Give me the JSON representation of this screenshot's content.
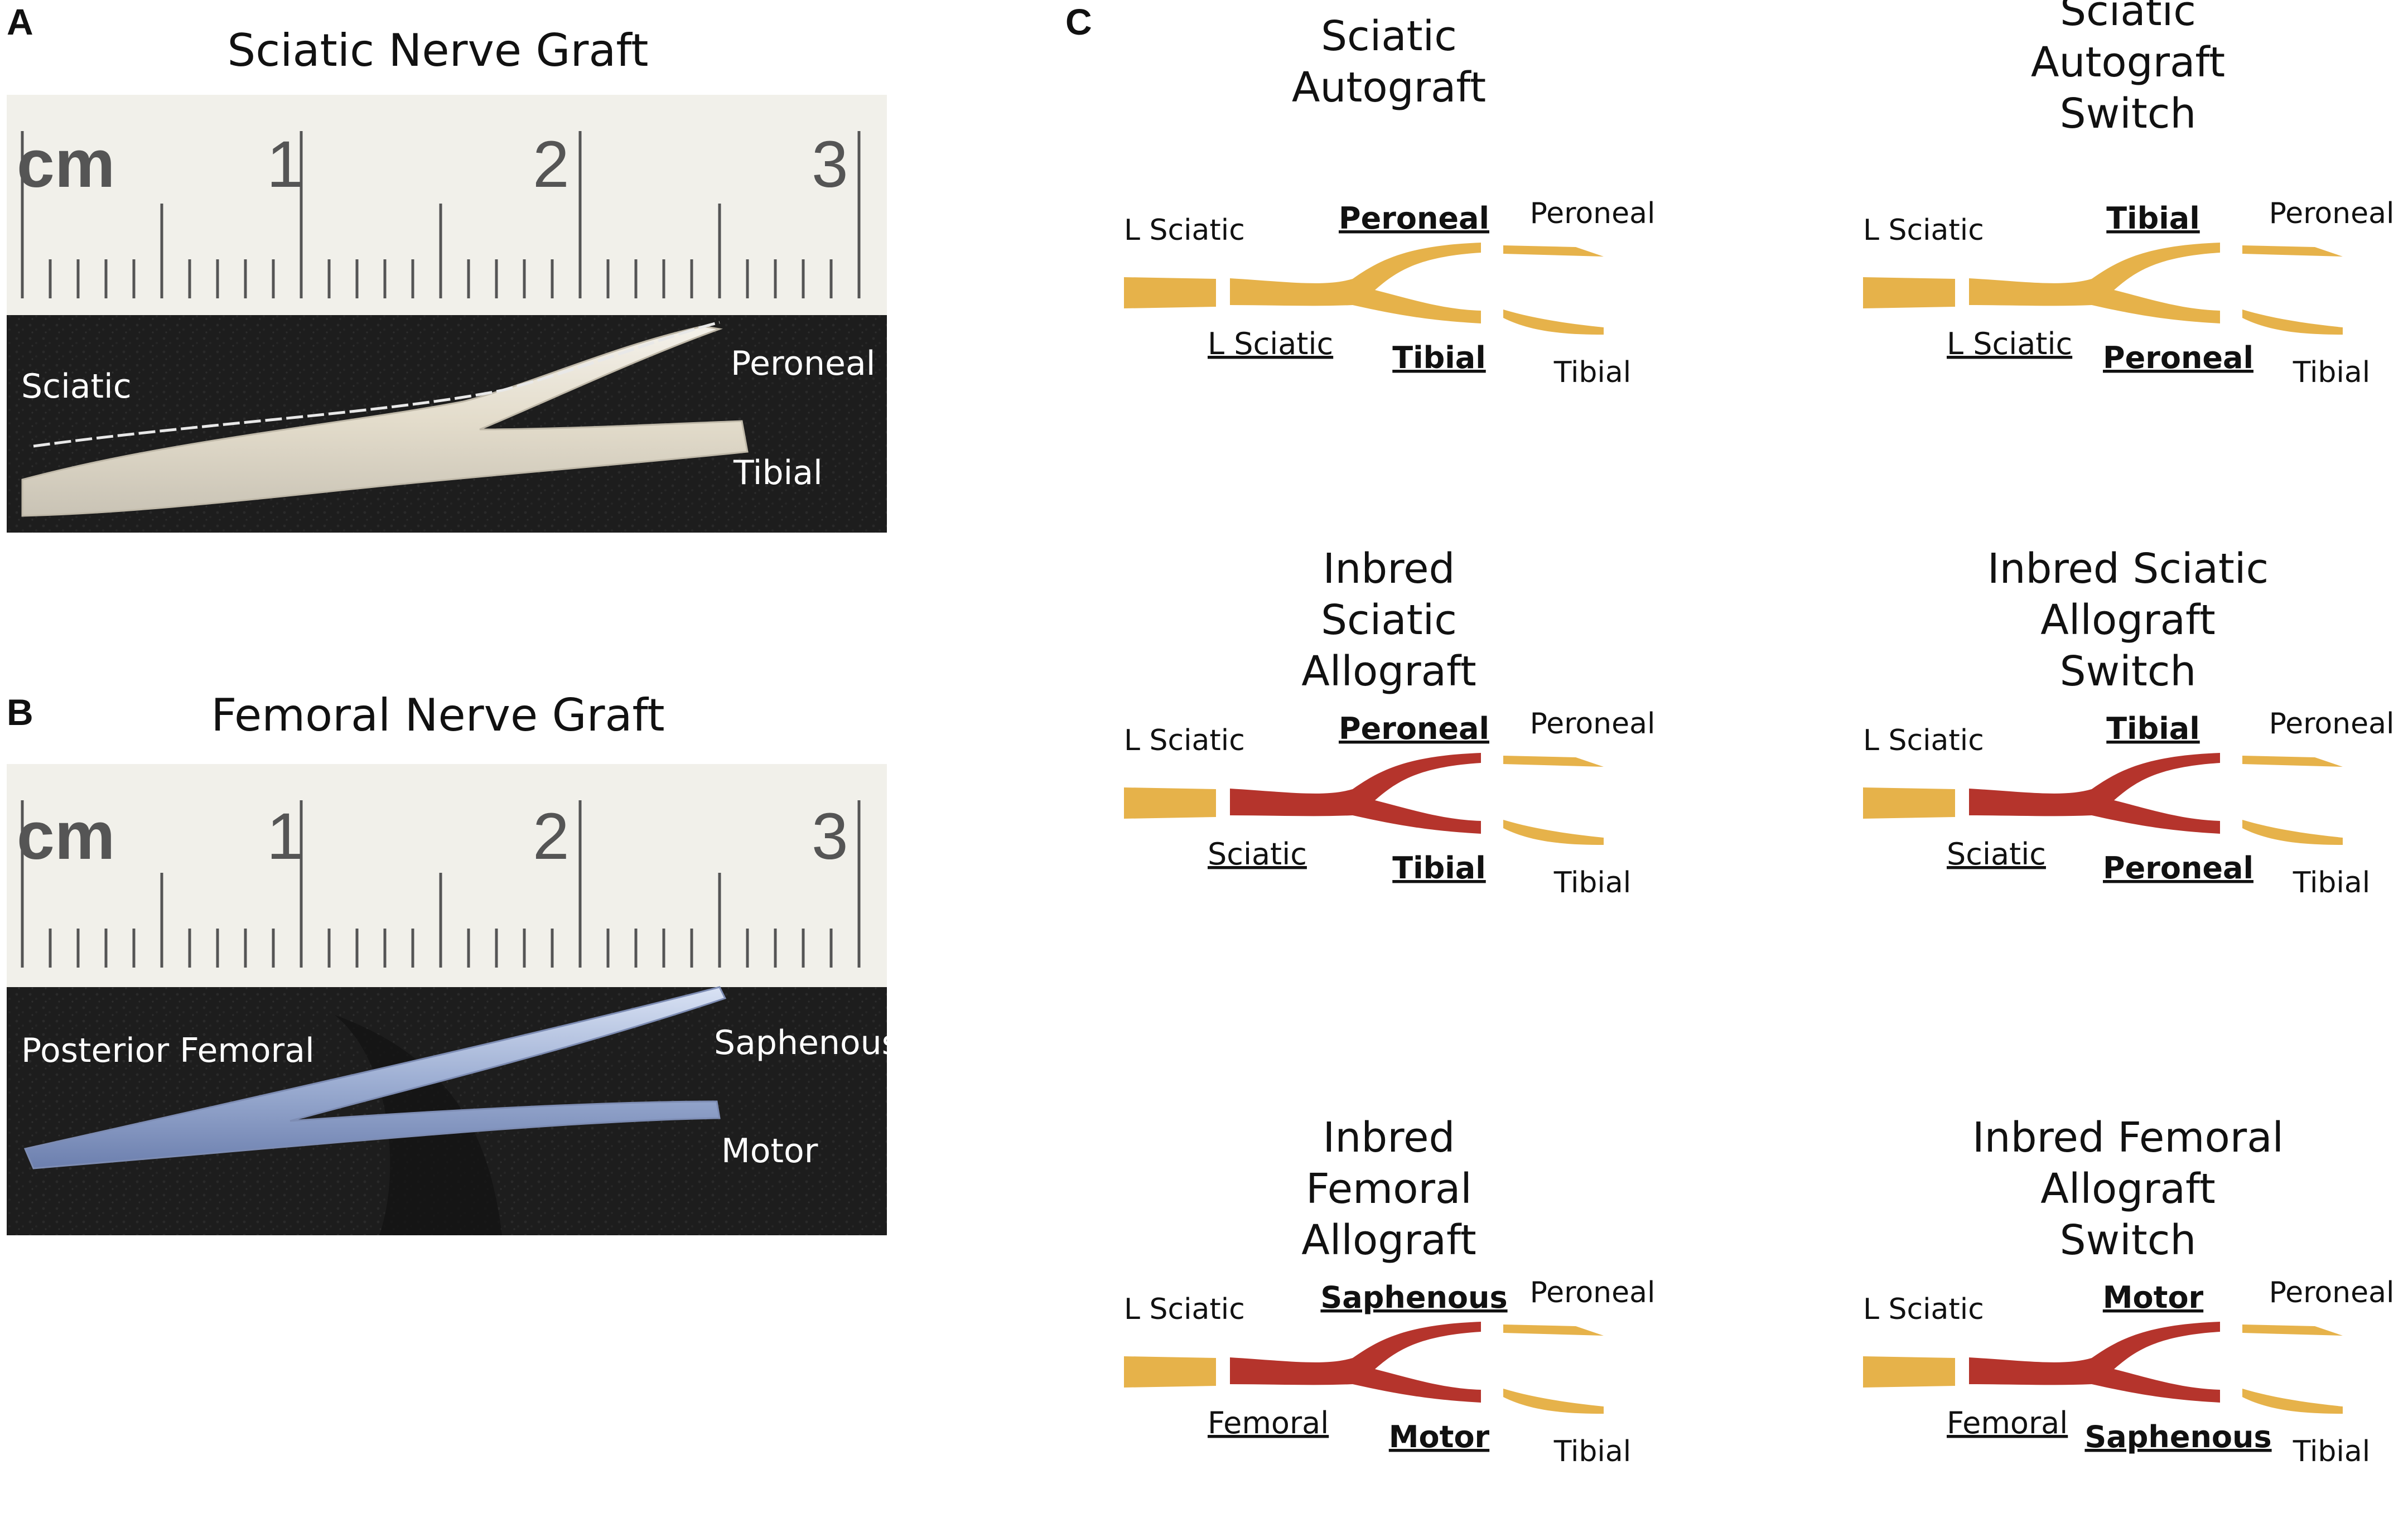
{
  "panels": {
    "a": {
      "letter": "A",
      "title": "Sciatic Nerve Graft",
      "ruler": {
        "unit": "cm",
        "numbers": [
          "1",
          "2",
          "3"
        ]
      },
      "labels": {
        "sciatic": "Sciatic",
        "peroneal": "Peroneal",
        "tibial": "Tibial"
      }
    },
    "b": {
      "letter": "B",
      "title": "Femoral Nerve Graft",
      "ruler": {
        "unit": "cm",
        "numbers": [
          "1",
          "2",
          "3"
        ]
      },
      "labels": {
        "posterior_femoral": "Posterior Femoral",
        "saphenous": "Saphenous",
        "motor": "Motor"
      }
    },
    "c": {
      "letter": "C",
      "diagrams": [
        {
          "title_lines": [
            "Sciatic",
            "Autograft"
          ],
          "host_label": "L Sciatic",
          "graft_label": "L Sciatic",
          "upper_branch_label": "Peroneal",
          "lower_branch_label": "Tibial",
          "distal_upper_label": "Peroneal",
          "distal_lower_label": "Tibial",
          "graft_color": "#e6b24a"
        },
        {
          "title_lines": [
            "Sciatic",
            "Autograft",
            "Switch"
          ],
          "host_label": "L Sciatic",
          "graft_label": "L Sciatic",
          "upper_branch_label": "Tibial",
          "lower_branch_label": "Peroneal",
          "distal_upper_label": "Peroneal",
          "distal_lower_label": "Tibial",
          "graft_color": "#e6b24a"
        },
        {
          "title_lines": [
            "Inbred",
            "Sciatic",
            "Allograft"
          ],
          "host_label": "L Sciatic",
          "graft_label": "Sciatic",
          "upper_branch_label": "Peroneal",
          "lower_branch_label": "Tibial",
          "distal_upper_label": "Peroneal",
          "distal_lower_label": "Tibial",
          "graft_color": "#b5342c"
        },
        {
          "title_lines": [
            "Inbred Sciatic",
            "Allograft",
            "Switch"
          ],
          "host_label": "L Sciatic",
          "graft_label": "Sciatic",
          "upper_branch_label": "Tibial",
          "lower_branch_label": "Peroneal",
          "distal_upper_label": "Peroneal",
          "distal_lower_label": "Tibial",
          "graft_color": "#b5342c"
        },
        {
          "title_lines": [
            "Inbred",
            "Femoral",
            "Allograft"
          ],
          "host_label": "L Sciatic",
          "graft_label": "Femoral",
          "upper_branch_label": "Saphenous",
          "lower_branch_label": "Motor",
          "distal_upper_label": "Peroneal",
          "distal_lower_label": "Tibial",
          "graft_color": "#b5342c"
        },
        {
          "title_lines": [
            "Inbred Femoral",
            "Allograft",
            "Switch"
          ],
          "host_label": "L Sciatic",
          "graft_label": "Femoral",
          "upper_branch_label": "Motor",
          "lower_branch_label": "Saphenous",
          "distal_upper_label": "Peroneal",
          "distal_lower_label": "Tibial",
          "graft_color": "#b5342c"
        }
      ]
    }
  },
  "colors": {
    "host_nerve": "#e6b24a",
    "allograft": "#b5342c",
    "ruler": "#f1f0ea",
    "photo_background": "#1c1c1c",
    "nerve_tissue_sciatic": "#e9e3d6",
    "nerve_tissue_femoral": "#aab8d6"
  }
}
